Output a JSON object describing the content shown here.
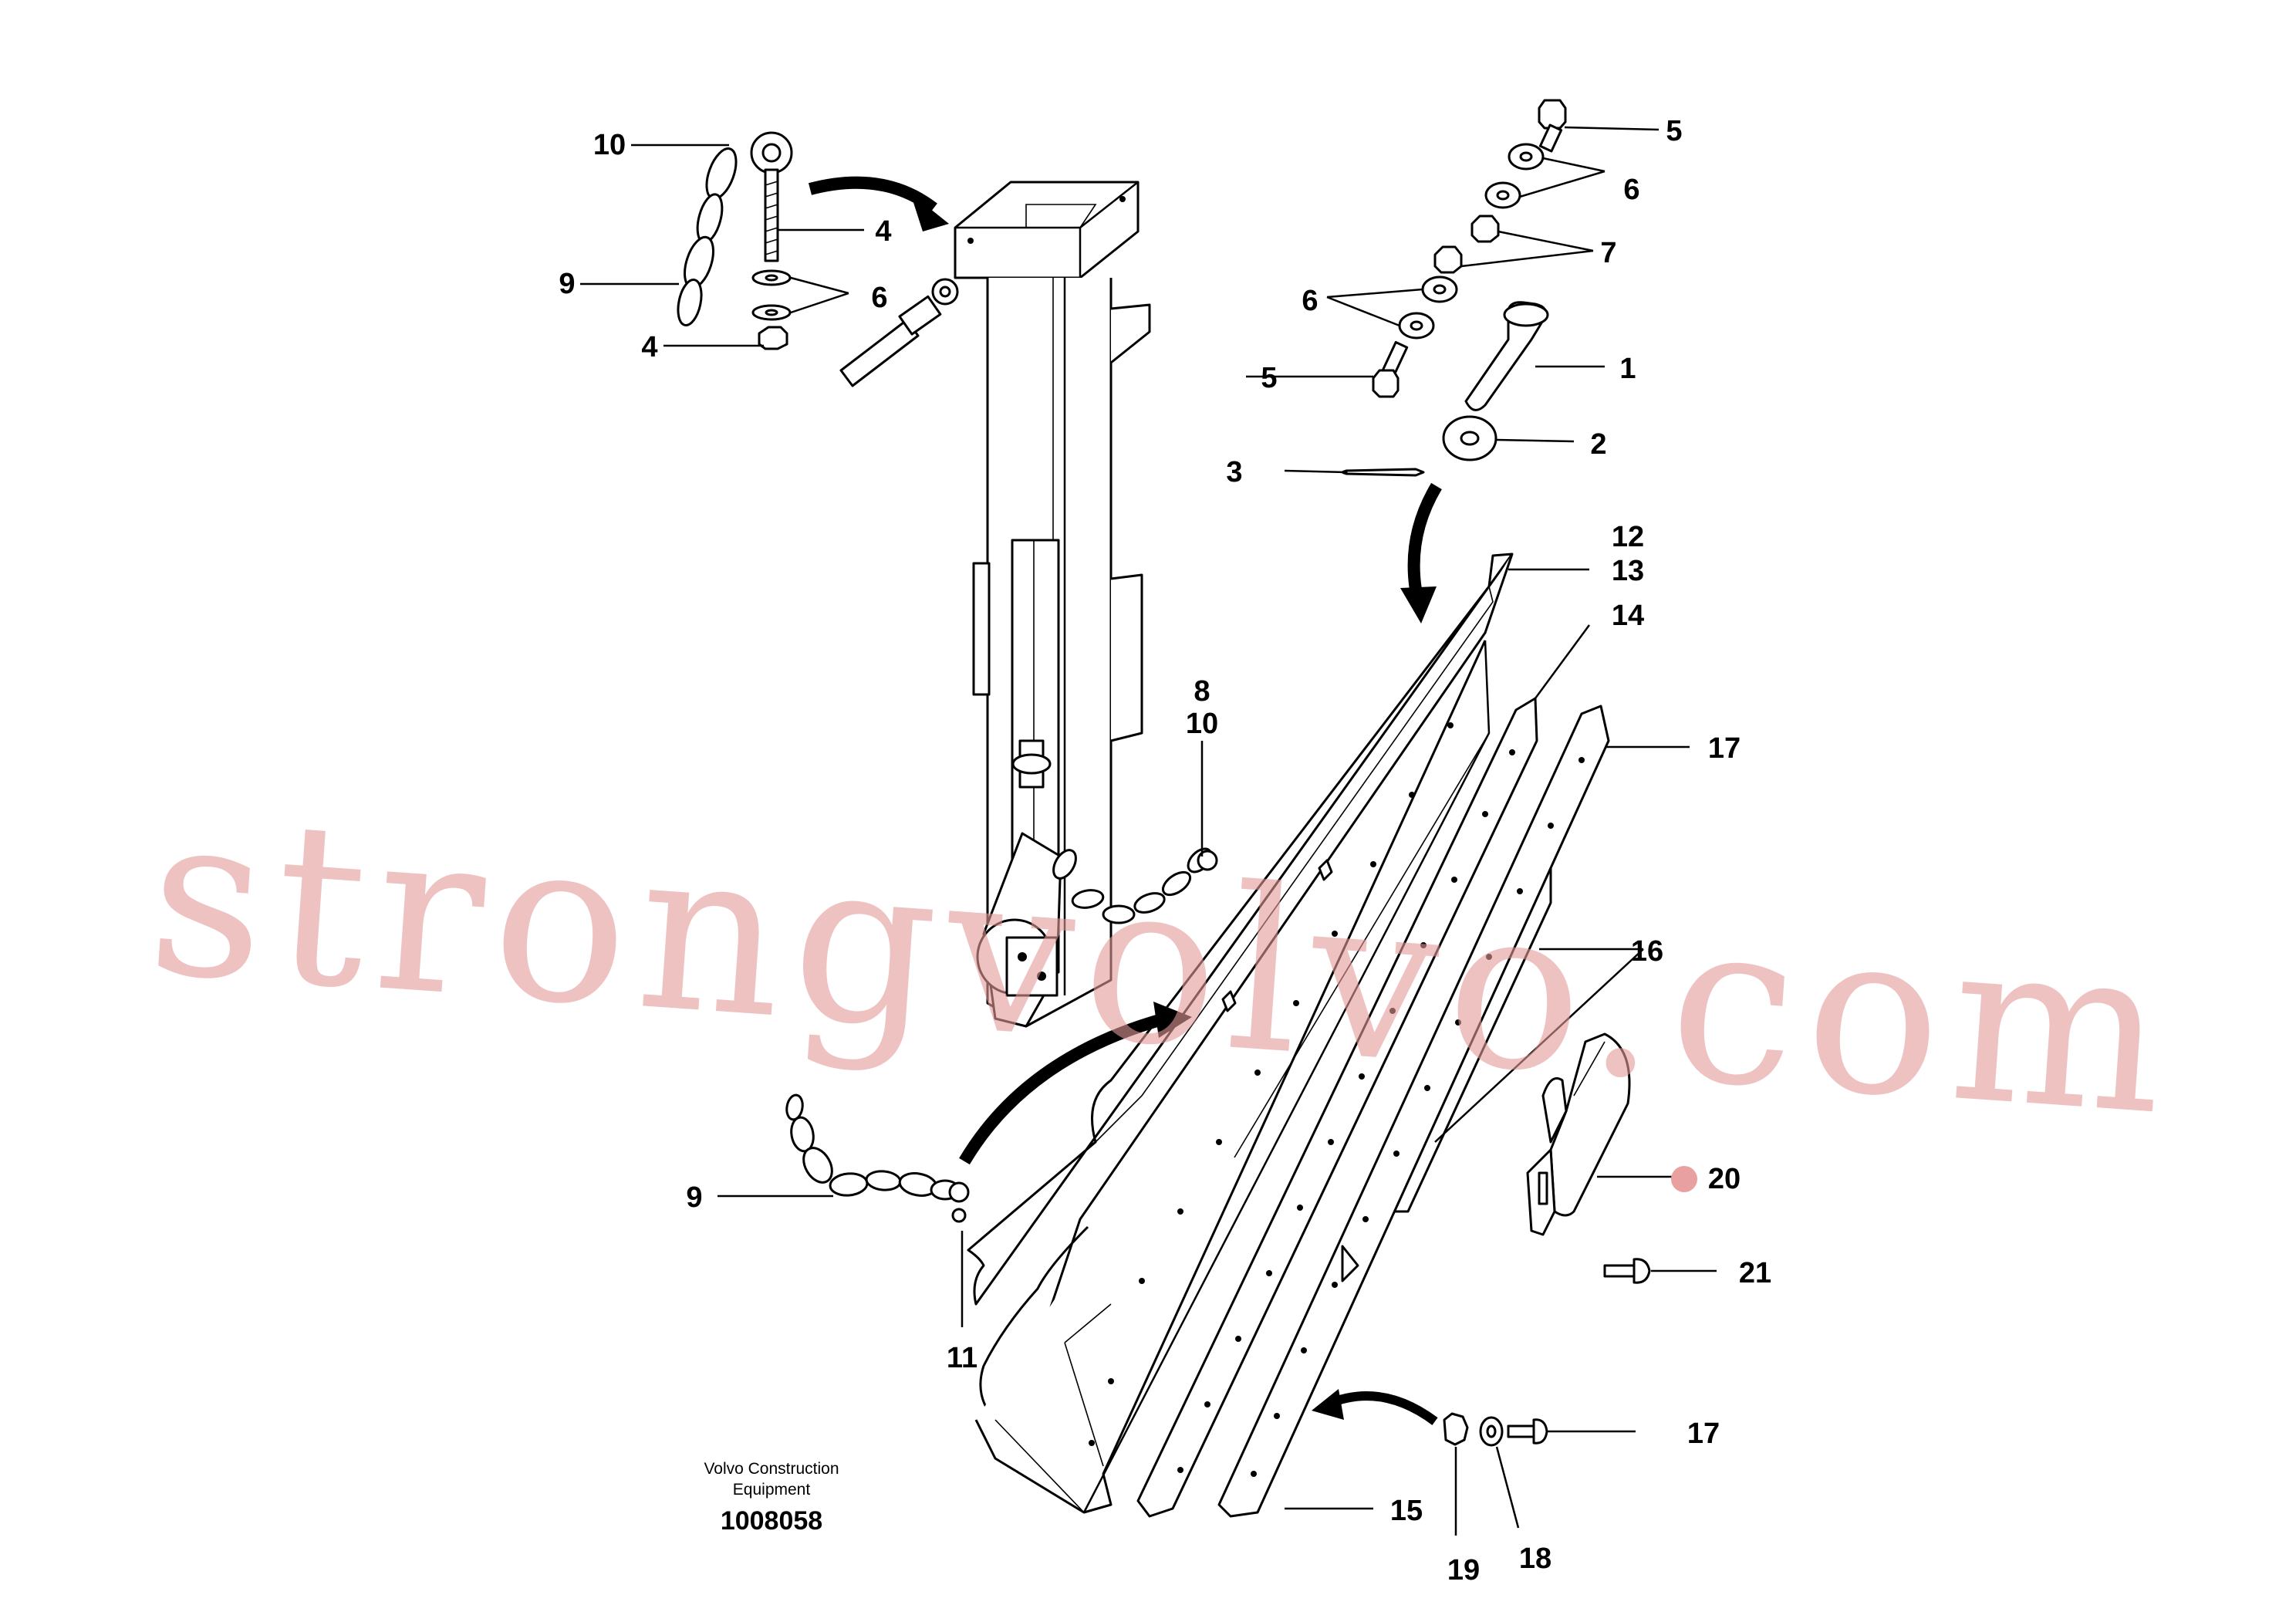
{
  "callouts": [
    {
      "id": "c1",
      "text": "1"
    },
    {
      "id": "c2",
      "text": "2"
    },
    {
      "id": "c3",
      "text": "3"
    },
    {
      "id": "c4a",
      "text": "4"
    },
    {
      "id": "c4b",
      "text": "4"
    },
    {
      "id": "c5a",
      "text": "5"
    },
    {
      "id": "c5b",
      "text": "5"
    },
    {
      "id": "c6a",
      "text": "6"
    },
    {
      "id": "c6b",
      "text": "6"
    },
    {
      "id": "c6c",
      "text": "6"
    },
    {
      "id": "c7",
      "text": "7"
    },
    {
      "id": "c8",
      "text": "8"
    },
    {
      "id": "c9a",
      "text": "9"
    },
    {
      "id": "c9b",
      "text": "9"
    },
    {
      "id": "c10a",
      "text": "10"
    },
    {
      "id": "c10b",
      "text": "10"
    },
    {
      "id": "c10c",
      "text": "10"
    },
    {
      "id": "c11",
      "text": "11"
    },
    {
      "id": "c12",
      "text": "12"
    },
    {
      "id": "c13",
      "text": "13"
    },
    {
      "id": "c14",
      "text": "14"
    },
    {
      "id": "c15",
      "text": "15"
    },
    {
      "id": "c16",
      "text": "16"
    },
    {
      "id": "c17",
      "text": "17"
    },
    {
      "id": "c18",
      "text": "18"
    },
    {
      "id": "c19",
      "text": "19"
    },
    {
      "id": "c20",
      "text": "20"
    },
    {
      "id": "c21",
      "text": "21"
    }
  ],
  "credit": {
    "line1": "Volvo Construction",
    "line2": "Equipment",
    "doc_number": "1008058"
  },
  "watermark": "strongvolvo.com",
  "colors": {
    "line": "#000000",
    "watermark": "#e49a9a",
    "marker_20": "#e8a0a0"
  }
}
